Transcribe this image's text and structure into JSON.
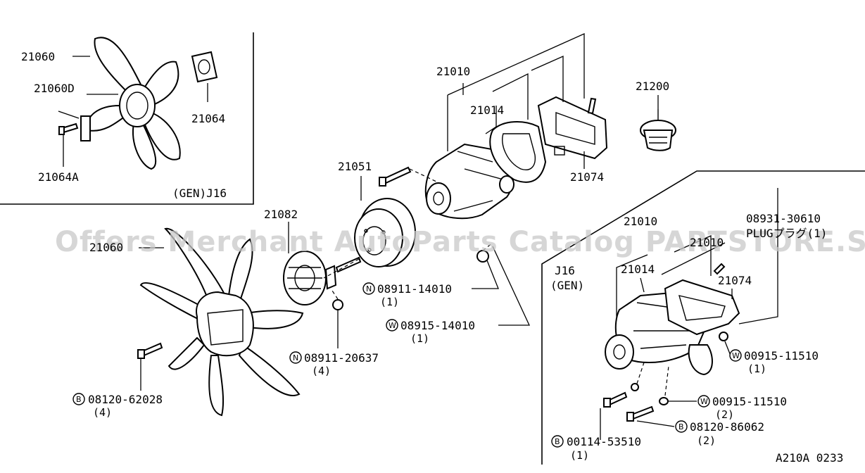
{
  "watermark": "Offers Merchant AutoParts Catalog PARTSTORE.SA",
  "inset_top_left": {
    "label": "(GEN)J16"
  },
  "inset_bottom_right": {
    "label_line1": "J16",
    "label_line2": "(GEN)"
  },
  "diagram_code": "A210A 0233",
  "parts": {
    "p21060": "21060",
    "p21060d": "21060D",
    "p21064": "21064",
    "p21064a": "21064A",
    "p21010_main": "21010",
    "p21014_main": "21014",
    "p21200": "21200",
    "p21074_main": "21074",
    "p21051": "21051",
    "p21082": "21082",
    "p21060_main": "21060",
    "p21010_inset_a": "21010",
    "p21010_inset_b": "21010",
    "p21014_inset": "21014",
    "p21074_inset": "21074",
    "p08931": "08931-30610",
    "p08931_desc": "PLUGプラグ(1)"
  },
  "fasteners": [
    {
      "prefix": "N",
      "number": "08911-14010",
      "qty": "(1)"
    },
    {
      "prefix": "W",
      "number": "08915-14010",
      "qty": "(1)"
    },
    {
      "prefix": "N",
      "number": "08911-20637",
      "qty": "(4)"
    },
    {
      "prefix": "B",
      "number": "08120-62028",
      "qty": "(4)"
    },
    {
      "prefix": "W",
      "number": "00915-11510",
      "qty": "(1)"
    },
    {
      "prefix": "W",
      "number": "00915-11510",
      "qty": "(2)"
    },
    {
      "prefix": "B",
      "number": "08120-86062",
      "qty": "(2)"
    },
    {
      "prefix": "B",
      "number": "00114-53510",
      "qty": "(1)"
    }
  ]
}
